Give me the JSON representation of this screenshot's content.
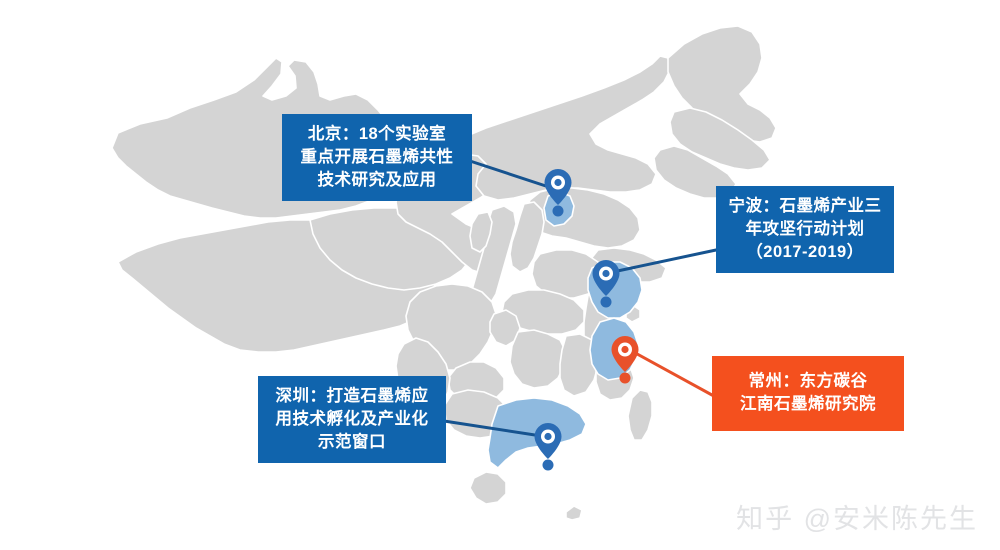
{
  "figure": {
    "type": "annotated-map",
    "region": "China",
    "background_color": "#ffffff",
    "land_color": "#d4d4d4",
    "border_color": "#ffffff",
    "highlight_color": "#8fbadf",
    "accent_blue": "#1064ad",
    "accent_orange": "#f4501e"
  },
  "labels": [
    {
      "id": "beijing",
      "text": "北京：18个实验室\n重点开展石墨烯共性\n技术研究及应用",
      "color": "#1064ad",
      "text_color": "#ffffff",
      "city": "北京"
    },
    {
      "id": "ningbo",
      "text": "宁波：石墨烯产业三\n年攻坚行动计划\n（2017-2019）",
      "color": "#1064ad",
      "text_color": "#ffffff",
      "city": "宁波"
    },
    {
      "id": "changzhou",
      "text": "常州：东方碳谷\n江南石墨烯研究院",
      "color": "#f4501e",
      "text_color": "#ffffff",
      "city": "常州"
    },
    {
      "id": "shenzhen",
      "text": "深圳：打造石墨烯应\n用技术孵化及产业化\n示范窗口",
      "color": "#1064ad",
      "text_color": "#ffffff",
      "city": "深圳"
    }
  ],
  "markers": [
    {
      "id": "beijing",
      "name": "beijing-map-pin",
      "color": "#2b6cb5"
    },
    {
      "id": "ningbo",
      "name": "ningbo-map-pin",
      "color": "#2b6cb5"
    },
    {
      "id": "changzhou",
      "name": "changzhou-map-pin",
      "color": "#e8512a"
    },
    {
      "id": "shenzhen",
      "name": "shenzhen-map-pin",
      "color": "#2b6cb5"
    }
  ],
  "watermark": {
    "text": "知乎 @安米陈先生",
    "color": "#e2e3e5"
  }
}
